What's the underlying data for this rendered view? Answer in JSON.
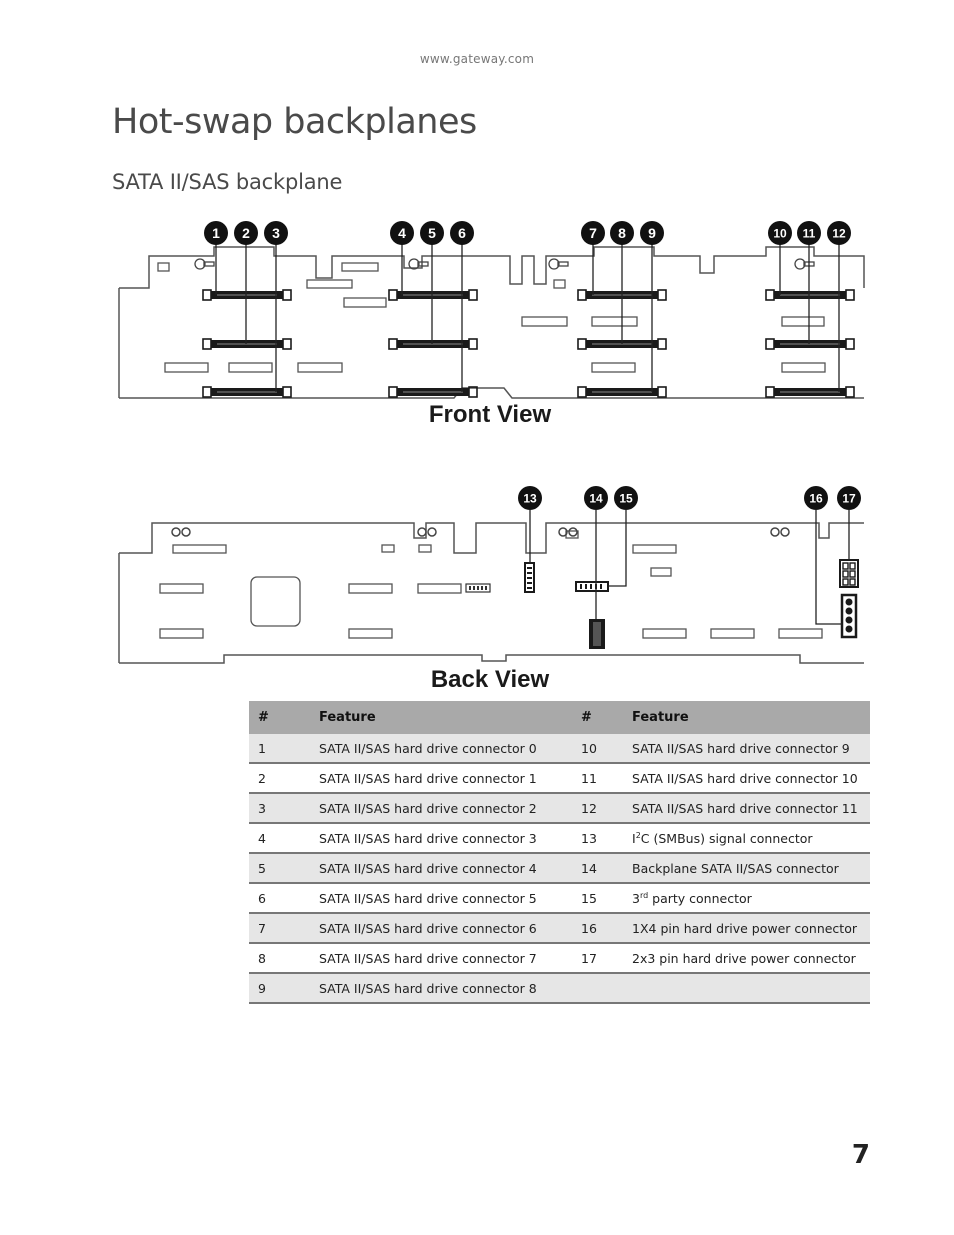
{
  "header": {
    "url": "www.gateway.com"
  },
  "page": {
    "title": "Hot-swap backplanes",
    "section_title": "SATA II/SAS backplane",
    "page_number": "7"
  },
  "diagram": {
    "front_label": "Front View",
    "back_label": "Back View",
    "callouts": [
      "1",
      "2",
      "3",
      "4",
      "5",
      "6",
      "7",
      "8",
      "9",
      "10",
      "11",
      "12",
      "13",
      "14",
      "15",
      "16",
      "17"
    ]
  },
  "table": {
    "headers": [
      "#",
      "Feature",
      "#",
      "Feature"
    ],
    "rows": [
      {
        "n1": "1",
        "f1": "SATA II/SAS hard drive connector 0",
        "n2": "10",
        "f2": "SATA II/SAS hard drive connector 9"
      },
      {
        "n1": "2",
        "f1": "SATA II/SAS hard drive connector 1",
        "n2": "11",
        "f2": "SATA II/SAS hard drive connector 10"
      },
      {
        "n1": "3",
        "f1": "SATA II/SAS hard drive connector 2",
        "n2": "12",
        "f2": "SATA II/SAS hard drive connector 11"
      },
      {
        "n1": "4",
        "f1": "SATA II/SAS hard drive connector 3",
        "n2": "13",
        "f2_pre": "I",
        "f2_sup": "2",
        "f2_post": "C (SMBus) signal connector"
      },
      {
        "n1": "5",
        "f1": "SATA II/SAS hard drive connector 4",
        "n2": "14",
        "f2": "Backplane SATA II/SAS connector"
      },
      {
        "n1": "6",
        "f1": "SATA II/SAS hard drive connector 5",
        "n2": "15",
        "f2_pre": "3",
        "f2_sup": "rd",
        "f2_post": " party connector"
      },
      {
        "n1": "7",
        "f1": "SATA II/SAS hard drive connector 6",
        "n2": "16",
        "f2": "1X4 pin hard drive power connector"
      },
      {
        "n1": "8",
        "f1": "SATA II/SAS hard drive connector 7",
        "n2": "17",
        "f2": "2x3 pin hard drive power connector"
      },
      {
        "n1": "9",
        "f1": "SATA II/SAS hard drive connector 8",
        "n2": "",
        "f2": ""
      }
    ]
  }
}
